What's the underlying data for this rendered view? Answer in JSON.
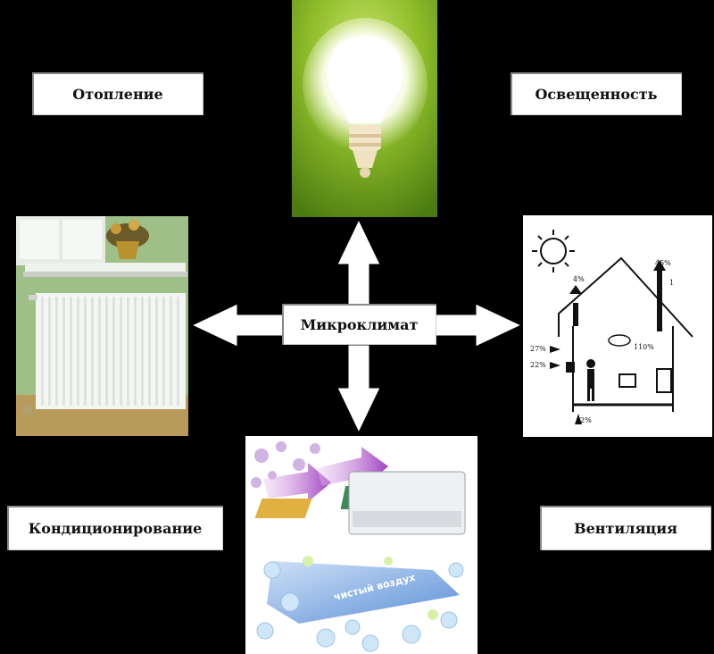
{
  "diagram": {
    "center_label": "Микроклимат",
    "labels": {
      "heating": "Отопление",
      "lighting": "Освещенность",
      "conditioning": "Кондиционирование",
      "ventilation": "Вентиляция"
    },
    "house_figure": {
      "values": [
        "45%",
        "4%",
        "27%",
        "22%",
        "110%",
        "2%",
        "1"
      ]
    },
    "ac_figure": {
      "caption": "чистый воздух"
    }
  }
}
